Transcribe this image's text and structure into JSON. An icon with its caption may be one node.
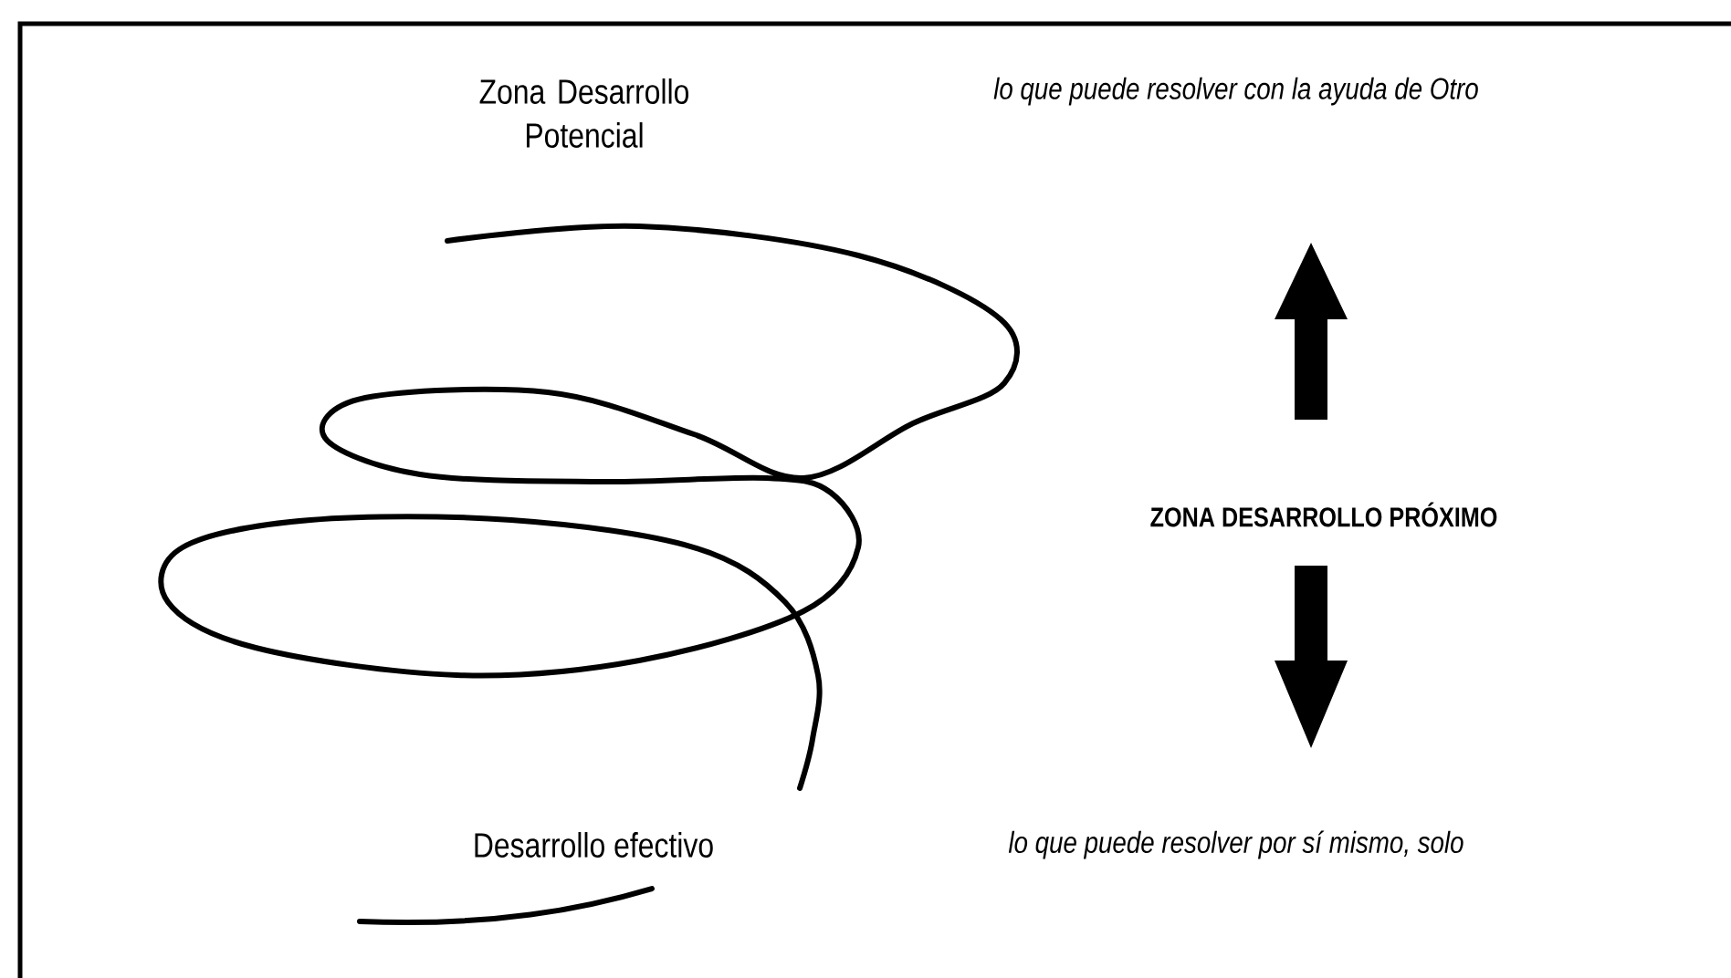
{
  "diagram": {
    "labels": [
      "Zona Desarrollo Potencial",
      "lo que puede resolver con la ayuda de Otro",
      "ZONA  DESARROLLO  PRÓXIMO",
      "Desarrollo efectivo",
      "lo que puede resolver por sí mismo, solo"
    ]
  }
}
